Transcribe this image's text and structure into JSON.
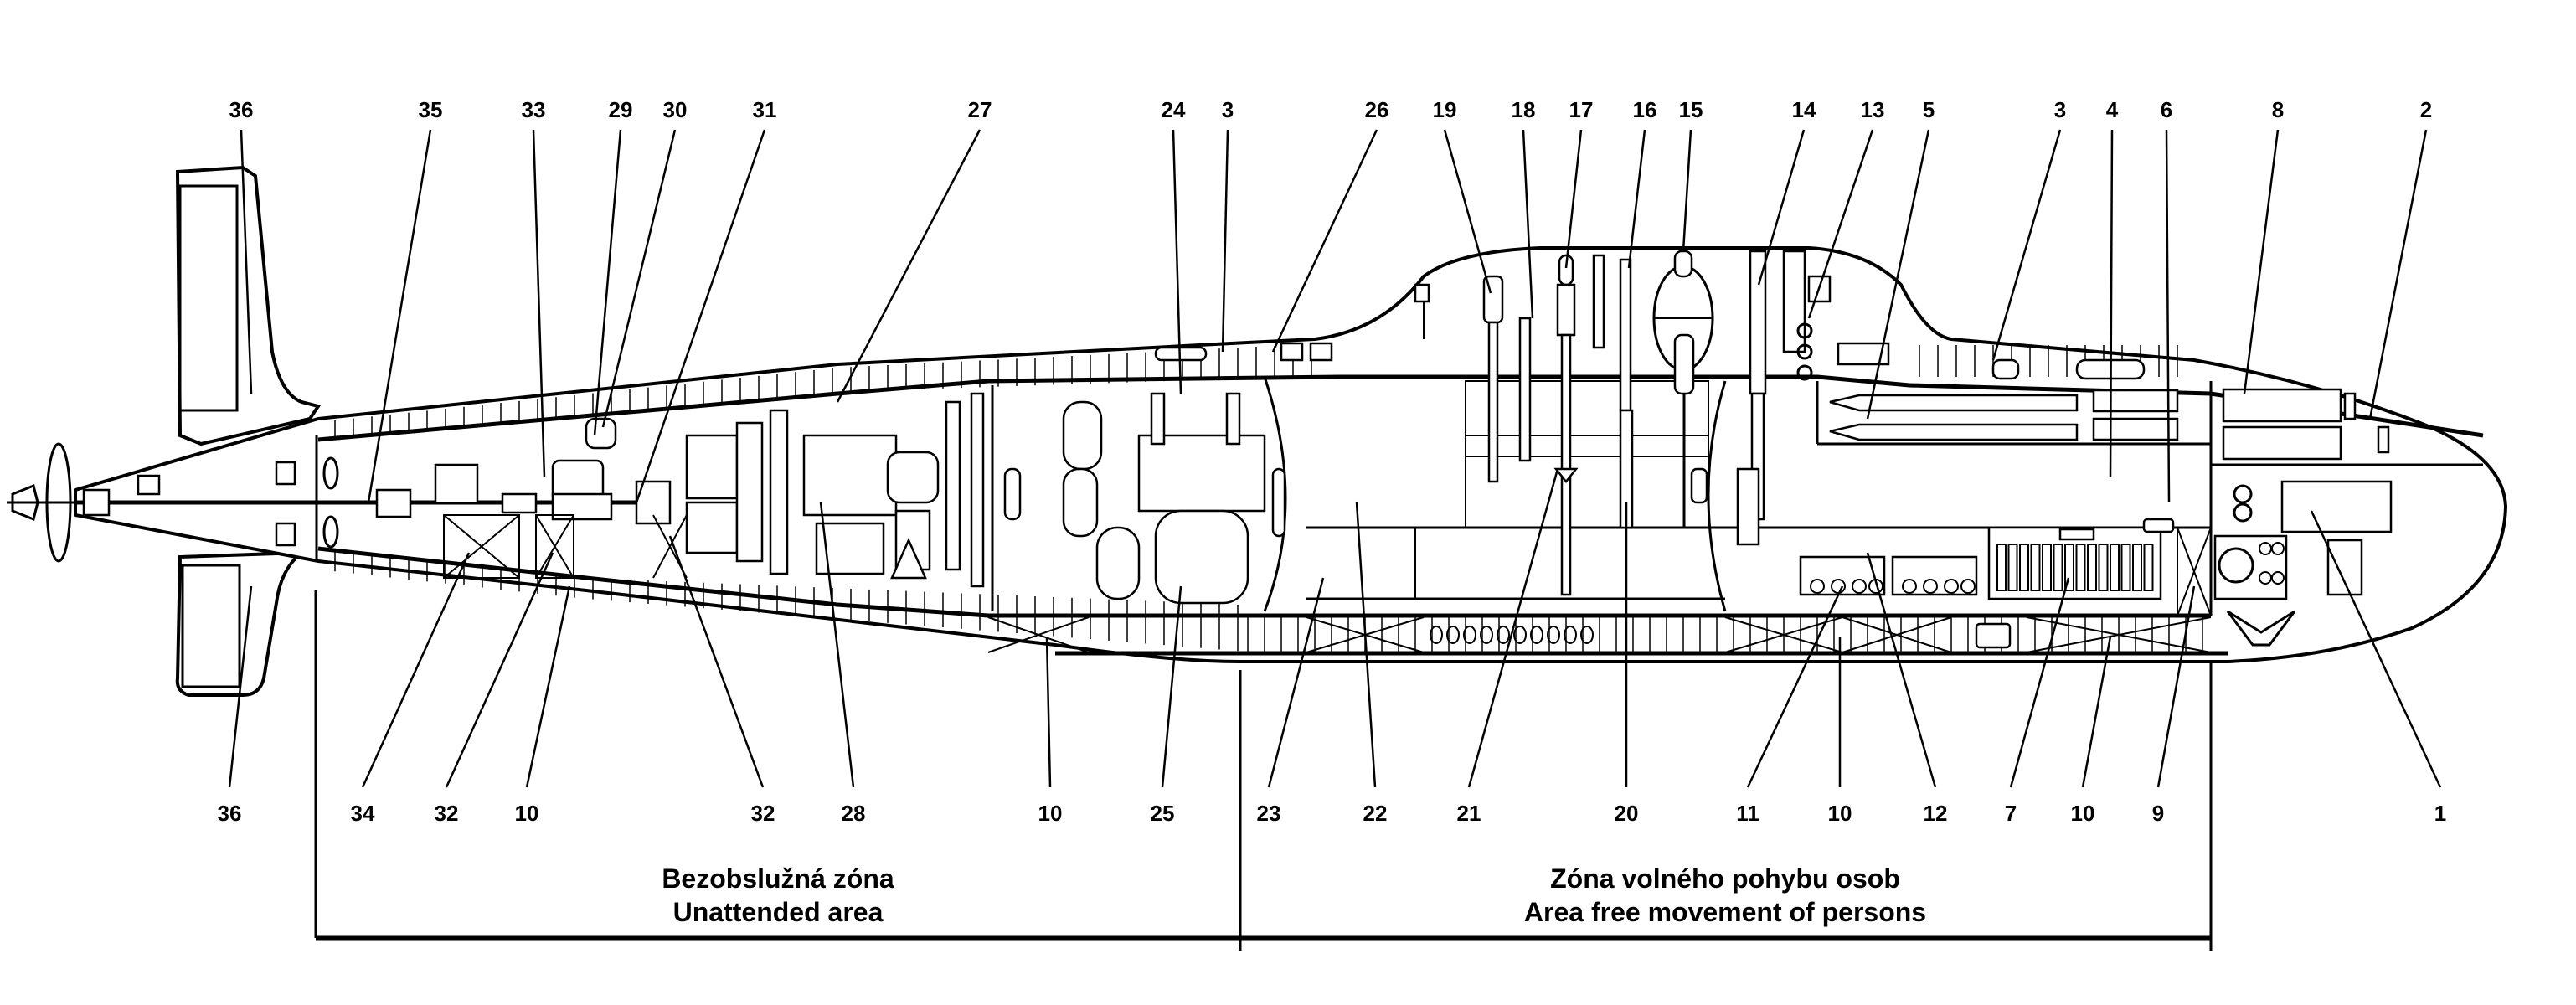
{
  "diagram": {
    "type": "submarine-cutaway",
    "accent_color": "#000000",
    "background_color": "#ffffff",
    "top_labels": [
      "36",
      "35",
      "33",
      "29",
      "30",
      "31",
      "27",
      "24",
      "3",
      "26",
      "19",
      "18",
      "17",
      "16",
      "15",
      "14",
      "13",
      "5",
      "3",
      "4",
      "6",
      "8",
      "2"
    ],
    "bottom_labels": [
      "36",
      "34",
      "32",
      "10",
      "32",
      "28",
      "10",
      "25",
      "23",
      "22",
      "21",
      "20",
      "11",
      "10",
      "12",
      "7",
      "10",
      "9",
      "1"
    ],
    "zones": [
      {
        "name_cs": "Bezobslužná zóna",
        "name_en": "Unattended area"
      },
      {
        "name_cs": "Zóna volného pohybu osob",
        "name_en": "Area free movement of persons"
      }
    ]
  }
}
